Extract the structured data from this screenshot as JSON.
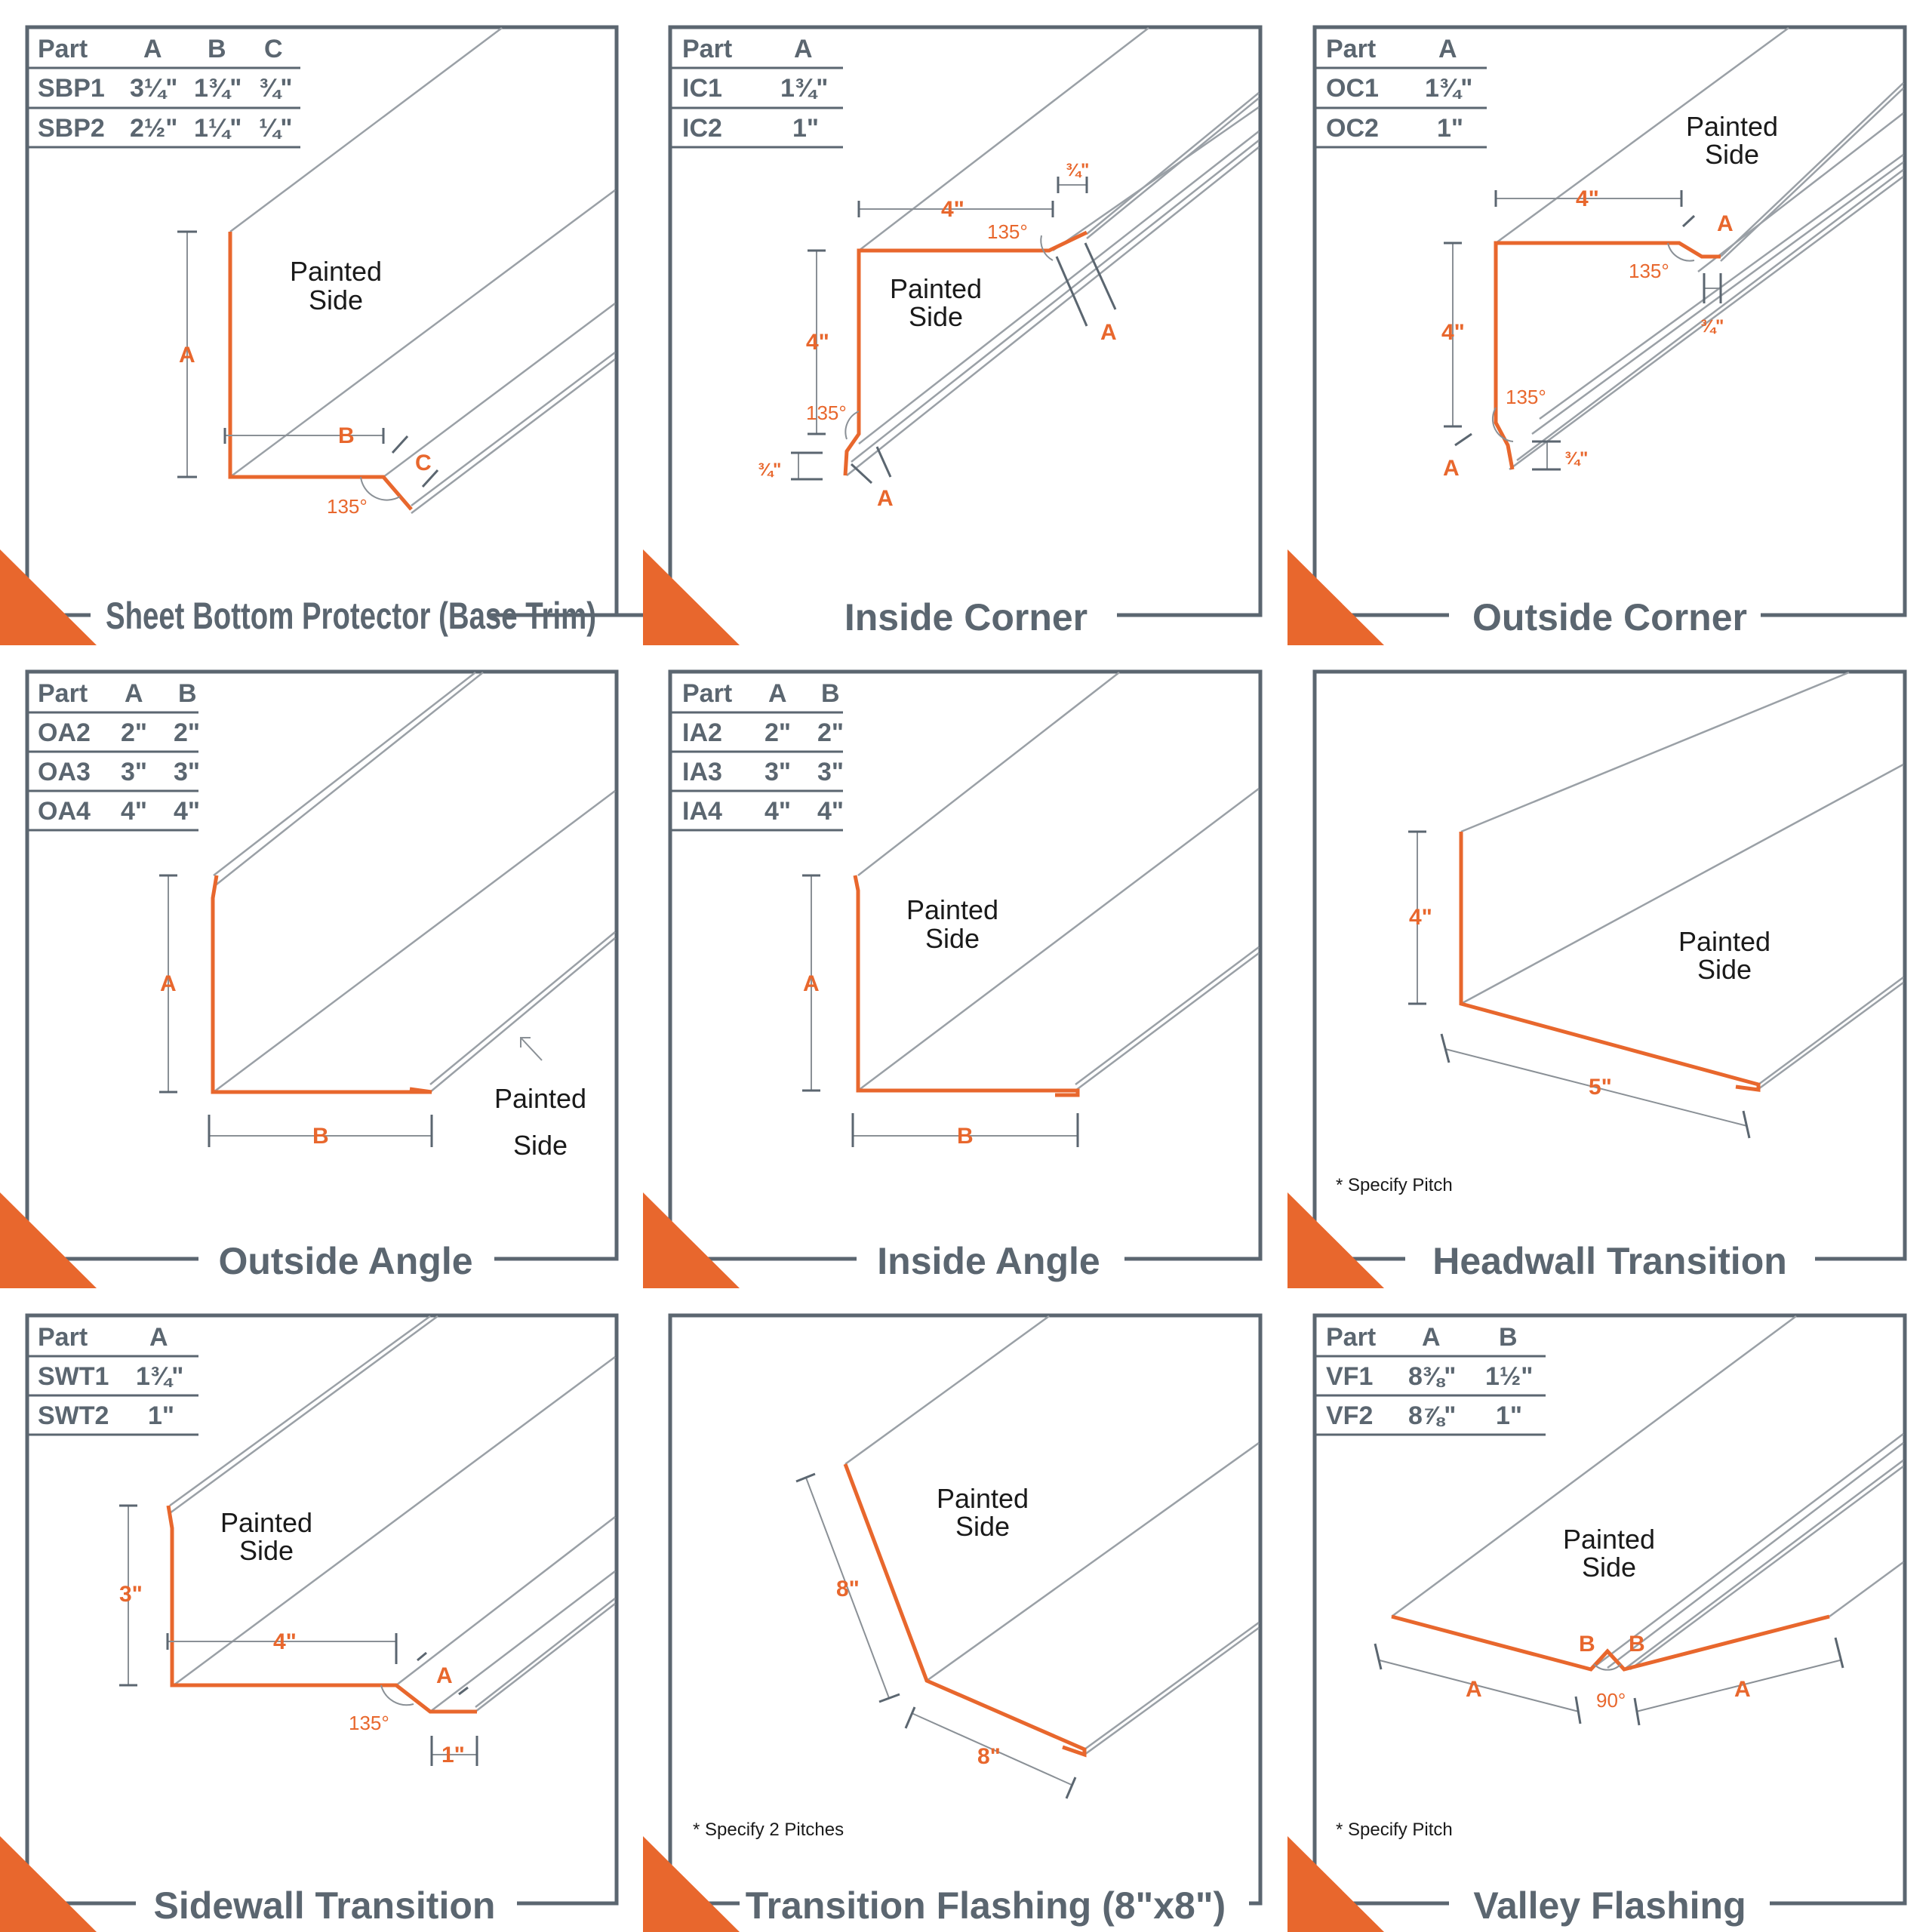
{
  "panels": [
    {
      "id": "sbp",
      "title": "Sheet Bottom Protector (Base Trim)",
      "table": {
        "headers": [
          "Part",
          "A",
          "B",
          "C"
        ],
        "rows": [
          [
            "SBP1",
            "3¼\"",
            "1¾\"",
            "¾\""
          ],
          [
            "SBP2",
            "2½\"",
            "1¼\"",
            "¼\""
          ]
        ]
      },
      "labels": {
        "a": "A",
        "b": "B",
        "c": "C",
        "angle": "135°",
        "painted1": "Painted",
        "painted2": "Side"
      }
    },
    {
      "id": "ic",
      "title": "Inside Corner",
      "table": {
        "headers": [
          "Part",
          "A"
        ],
        "rows": [
          [
            "IC1",
            "1¾\""
          ],
          [
            "IC2",
            "1\""
          ]
        ]
      },
      "labels": {
        "top": "4\"",
        "left": "4\"",
        "three_q_top": "¾\"",
        "three_q_left": "¾\"",
        "a1": "A",
        "a2": "A",
        "angle1": "135°",
        "angle2": "135°",
        "painted1": "Painted",
        "painted2": "Side"
      }
    },
    {
      "id": "oc",
      "title": "Outside Corner",
      "table": {
        "headers": [
          "Part",
          "A"
        ],
        "rows": [
          [
            "OC1",
            "1¾\""
          ],
          [
            "OC2",
            "1\""
          ]
        ]
      },
      "labels": {
        "top": "4\"",
        "left": "4\"",
        "three_q_top": "¾\"",
        "three_q_bot": "¾\"",
        "a1": "A",
        "a2": "A",
        "angle1": "135°",
        "angle2": "135°",
        "painted1": "Painted",
        "painted2": "Side"
      }
    },
    {
      "id": "oa",
      "title": "Outside Angle",
      "table": {
        "headers": [
          "Part",
          "A",
          "B"
        ],
        "rows": [
          [
            "OA2",
            "2\"",
            "2\""
          ],
          [
            "OA3",
            "3\"",
            "3\""
          ],
          [
            "OA4",
            "4\"",
            "4\""
          ]
        ]
      },
      "labels": {
        "a": "A",
        "b": "B",
        "painted1": "Painted",
        "painted2": "Side"
      }
    },
    {
      "id": "ia",
      "title": "Inside Angle",
      "table": {
        "headers": [
          "Part",
          "A",
          "B"
        ],
        "rows": [
          [
            "IA2",
            "2\"",
            "2\""
          ],
          [
            "IA3",
            "3\"",
            "3\""
          ],
          [
            "IA4",
            "4\"",
            "4\""
          ]
        ]
      },
      "labels": {
        "a": "A",
        "b": "B",
        "painted1": "Painted",
        "painted2": "Side"
      }
    },
    {
      "id": "ht",
      "title": "Headwall Transition",
      "labels": {
        "left": "4\"",
        "bottom": "5\"",
        "painted1": "Painted",
        "painted2": "Side",
        "note": "* Specify Pitch"
      }
    },
    {
      "id": "swt",
      "title": "Sidewall Transition",
      "table": {
        "headers": [
          "Part",
          "A"
        ],
        "rows": [
          [
            "SWT1",
            "1¾\""
          ],
          [
            "SWT2",
            "1\""
          ]
        ]
      },
      "labels": {
        "left": "3\"",
        "mid": "4\"",
        "a": "A",
        "one": "1\"",
        "angle": "135°",
        "painted1": "Painted",
        "painted2": "Side"
      }
    },
    {
      "id": "tf",
      "title": "Transition Flashing (8\"x8\")",
      "labels": {
        "left": "8\"",
        "bottom": "8\"",
        "painted1": "Painted",
        "painted2": "Side",
        "note": "* Specify 2 Pitches"
      }
    },
    {
      "id": "vf",
      "title": "Valley Flashing",
      "table": {
        "headers": [
          "Part",
          "A",
          "B"
        ],
        "rows": [
          [
            "VF1",
            "8⅜\"",
            "1½\""
          ],
          [
            "VF2",
            "8⅞\"",
            "1\""
          ]
        ]
      },
      "labels": {
        "a1": "A",
        "a2": "A",
        "b1": "B",
        "b2": "B",
        "angle": "90°",
        "painted1": "Painted",
        "painted2": "Side",
        "note": "* Specify Pitch"
      }
    }
  ],
  "colors": {
    "accent": "#e8672d",
    "frame": "#5b6670"
  }
}
